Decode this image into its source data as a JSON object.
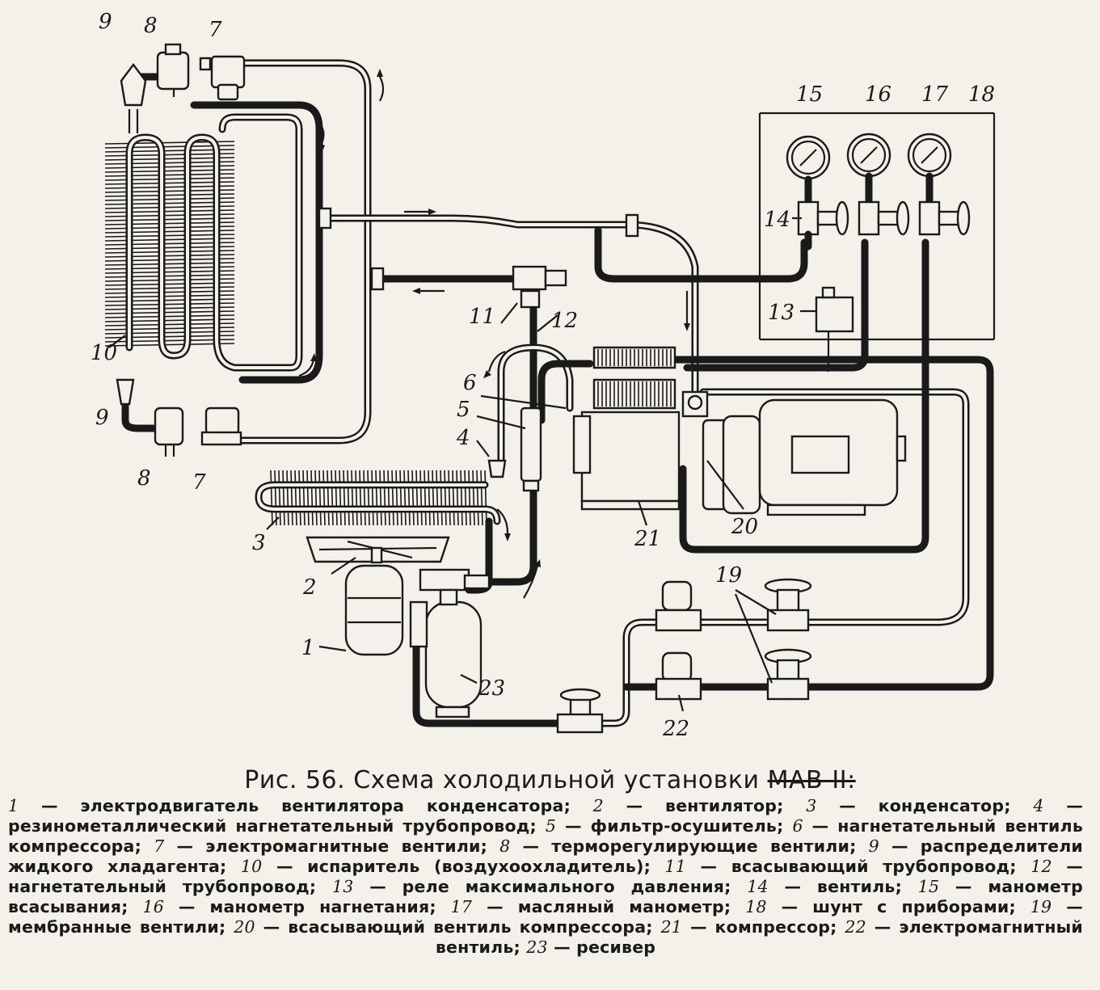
{
  "figure": {
    "caption_prefix": "Рис. 56. Схема холодильной установки",
    "caption_model": "МАВ-II:"
  },
  "labels": [
    "1",
    "2",
    "3",
    "4",
    "5",
    "6",
    "7",
    "7",
    "8",
    "8",
    "9",
    "9",
    "10",
    "11",
    "12",
    "13",
    "14",
    "15",
    "16",
    "17",
    "18",
    "19",
    "20",
    "21",
    "22",
    "23"
  ],
  "legend": [
    {
      "n": "1",
      "text": "электродвигатель вентилятора конденсатора"
    },
    {
      "n": "2",
      "text": "вентилятор"
    },
    {
      "n": "3",
      "text": "конденсатор"
    },
    {
      "n": "4",
      "text": "резинометаллический нагнетательный трубопровод"
    },
    {
      "n": "5",
      "text": "фильтр-осушитель"
    },
    {
      "n": "6",
      "text": "нагнетательный вентиль компрессора"
    },
    {
      "n": "7",
      "text": "электромагнитные вентили"
    },
    {
      "n": "8",
      "text": "терморегулирующие вентили"
    },
    {
      "n": "9",
      "text": "распределители жидкого хладагента"
    },
    {
      "n": "10",
      "text": "испаритель (воздухоохладитель)"
    },
    {
      "n": "11",
      "text": "всасывающий трубопровод"
    },
    {
      "n": "12",
      "text": "нагнетательный трубопровод"
    },
    {
      "n": "13",
      "text": "реле максимального давления"
    },
    {
      "n": "14",
      "text": "вентиль"
    },
    {
      "n": "15",
      "text": "манометр всасывания"
    },
    {
      "n": "16",
      "text": "манометр нагнетания"
    },
    {
      "n": "17",
      "text": "масляный манометр"
    },
    {
      "n": "18",
      "text": "шунт с приборами"
    },
    {
      "n": "19",
      "text": "мембранные вентили"
    },
    {
      "n": "20",
      "text": "всасывающий вентиль компрессора"
    },
    {
      "n": "21",
      "text": "компрессор"
    },
    {
      "n": "22",
      "text": "электромагнитный вентиль"
    },
    {
      "n": "23",
      "text": "ресивер"
    }
  ]
}
